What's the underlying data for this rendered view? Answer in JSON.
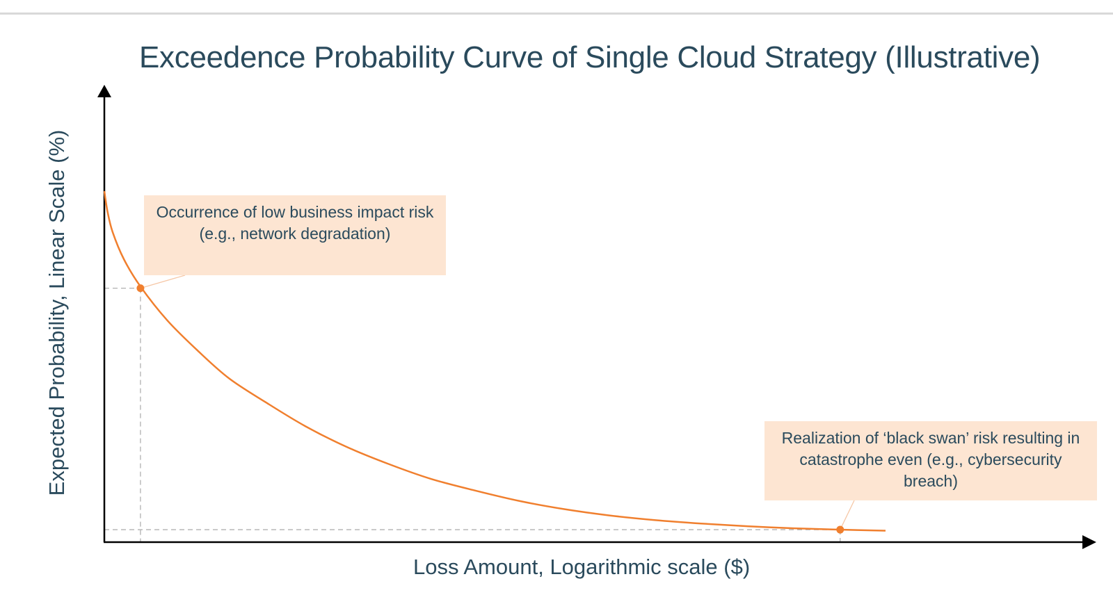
{
  "chart_data": {
    "type": "line",
    "title": "Exceedence Probability Curve of Single Cloud Strategy (Illustrative)",
    "xlabel": "Loss Amount, Logarithmic scale ($)",
    "ylabel": "Expected Probability, Linear Scale (%)",
    "x_scale": "log",
    "y_scale": "linear",
    "grid": false,
    "legend": "none",
    "tick_labels_shown": false,
    "series": [
      {
        "color": "#f07f2e",
        "x": [
          1.0,
          1.03,
          1.08,
          1.2,
          1.4,
          1.8,
          2.4,
          3.2,
          4.5,
          6.5,
          9.5,
          14,
          21,
          32,
          48,
          73,
          110,
          170,
          260,
          400,
          620,
          950,
          1450
        ],
        "y": [
          100,
          94,
          88,
          80,
          72,
          62,
          53,
          45,
          38,
          31,
          25,
          20,
          15.5,
          12,
          9,
          6.6,
          4.8,
          3.4,
          2.4,
          1.6,
          1.0,
          0.6,
          0.3
        ]
      }
    ],
    "points": [
      {
        "x": 1.4,
        "y": 71.5,
        "color": "#f07f2e"
      },
      {
        "x": 950,
        "y": 0.6,
        "color": "#f07f2e"
      }
    ]
  },
  "annotations": {
    "low_impact": "Occurrence of low business impact risk (e.g., network degradation)",
    "black_swan": "Realization of ‘black swan’ risk resulting in catastrophe even (e.g., cybersecurity breach)"
  },
  "colors": {
    "text": "#2a4a5c",
    "curve": "#f07f2e",
    "callout_bg": "#fde5d2",
    "axis": "#000000",
    "guide": "#b0b0b0"
  }
}
